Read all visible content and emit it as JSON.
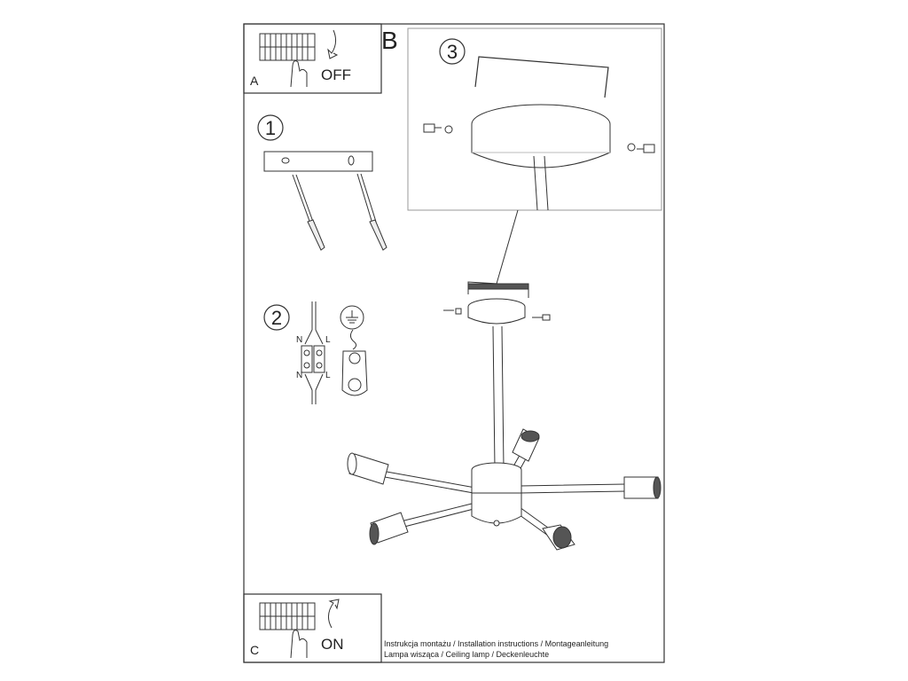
{
  "panel_a": {
    "letter": "A",
    "action": "OFF"
  },
  "panel_b": {
    "letter": "B"
  },
  "panel_c": {
    "letter": "C",
    "action": "ON"
  },
  "steps": [
    {
      "number": "1"
    },
    {
      "number": "2",
      "wire_labels": {
        "n_top": "N",
        "l_top": "L",
        "n_bottom": "N",
        "l_bottom": "L"
      }
    },
    {
      "number": "3"
    }
  ],
  "caption": {
    "line1": "Instrukcja montażu / Installation instructions / Montageanleitung",
    "line2": "Lampa wisząca / Ceiling lamp / Deckenleuchte"
  },
  "icons": [
    "fuse-box-icon",
    "hand-icon",
    "rotate-arrow-icon",
    "ground-symbol-icon",
    "terminal-block-icon"
  ]
}
